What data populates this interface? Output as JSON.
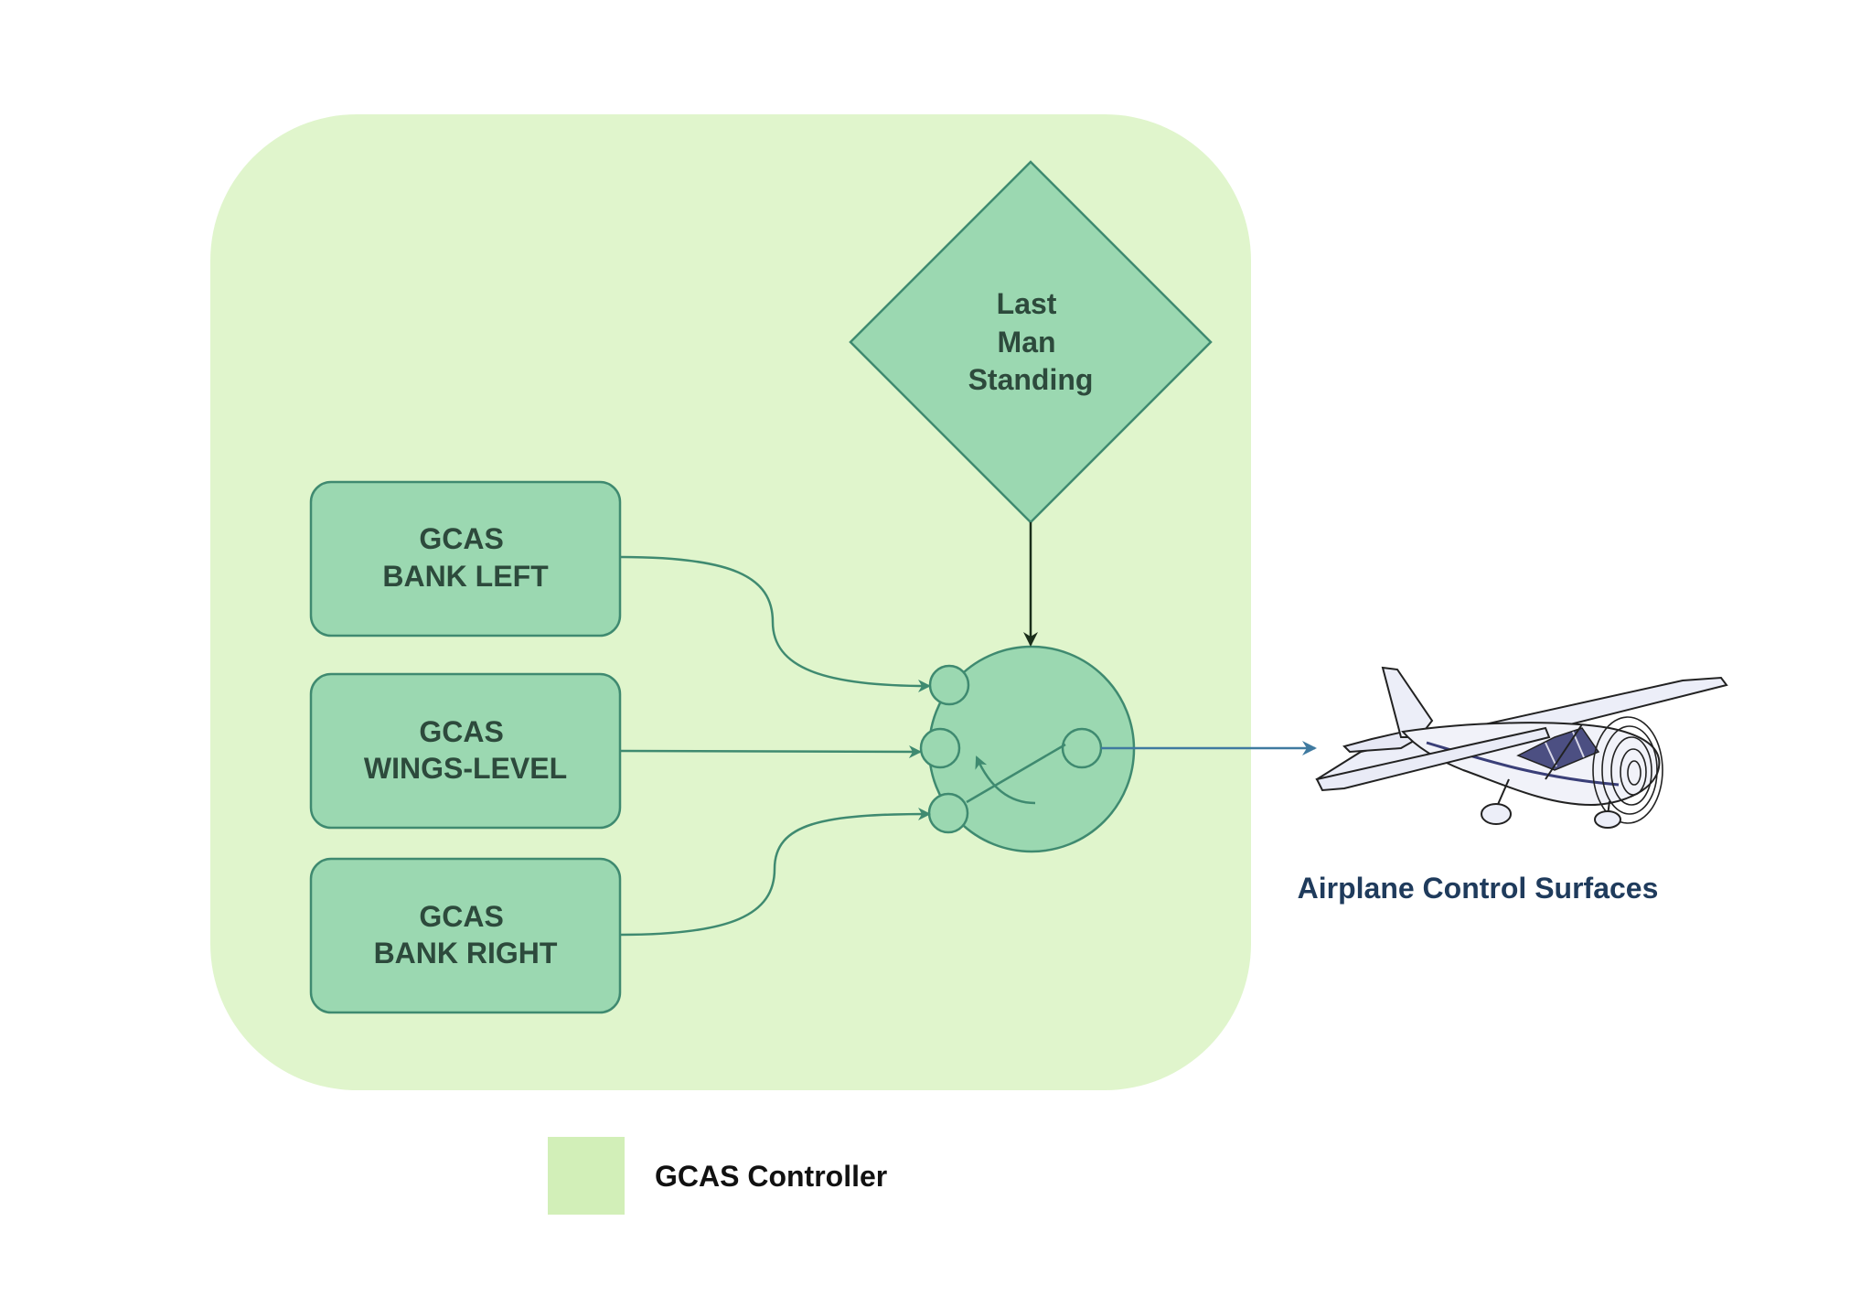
{
  "colors": {
    "controller_fill": "#e0f5cc",
    "node_fill": "#9bd8b1",
    "node_stroke": "#3f8a70",
    "node_text": "#2d4a3c",
    "edge": "#3f8a70",
    "edge_dark": "#1a2e1a",
    "output_edge": "#3f7aa0",
    "airplane_label": "#1f3b5c",
    "legend_swatch": "#d2efb8",
    "legend_text": "#111111"
  },
  "nodes": {
    "last_man_standing": {
      "lines": [
        "Last",
        "Man",
        "Standing"
      ]
    },
    "bank_left": {
      "lines": [
        "GCAS",
        "BANK LEFT"
      ]
    },
    "wings_level": {
      "lines": [
        "GCAS",
        "WINGS-LEVEL"
      ]
    },
    "bank_right": {
      "lines": [
        "GCAS",
        "BANK RIGHT"
      ]
    }
  },
  "airplane": {
    "label": "Airplane Control Surfaces",
    "icon": "airplane-icon"
  },
  "legend": {
    "label": "GCAS Controller"
  }
}
